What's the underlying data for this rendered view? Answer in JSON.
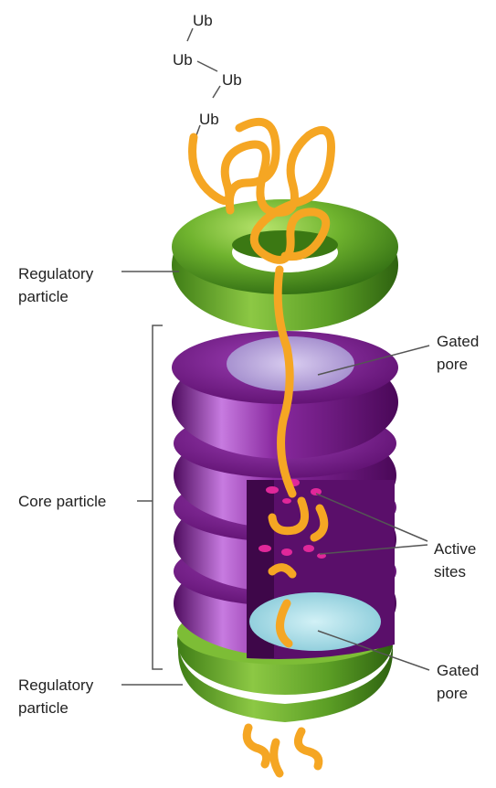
{
  "ubiquitin": {
    "labels": [
      "Ub",
      "Ub",
      "Ub",
      "Ub"
    ]
  },
  "labels": {
    "regulatory_top": {
      "line1": "Regulatory",
      "line2": "particle"
    },
    "core": "Core particle",
    "gated_pore_top": {
      "line1": "Gated",
      "line2": "pore"
    },
    "active_sites": {
      "line1": "Active",
      "line2": "sites"
    },
    "regulatory_bottom": {
      "line1": "Regulatory",
      "line2": "particle"
    },
    "gated_pore_bottom": {
      "line1": "Gated",
      "line2": "pore"
    }
  },
  "colors": {
    "regulatory_green": "#6fb32e",
    "core_purple": "#7a1a8c",
    "protein_orange": "#f5a623",
    "pore_lavender": "#b9a6dc",
    "pore_cyan": "#a9dce8",
    "active_site_pink": "#e0289a"
  }
}
